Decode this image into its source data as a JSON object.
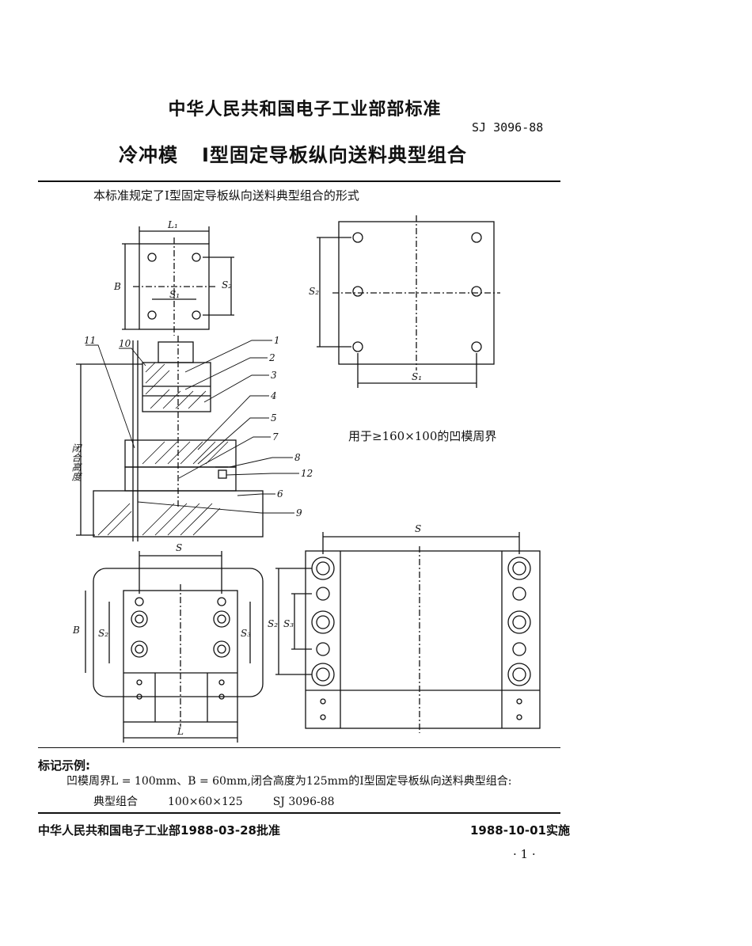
{
  "header": {
    "issuer": "中华人民共和国电子工业部部标准",
    "standard_code": "SJ 3096-88",
    "title_a": "冷冲模",
    "title_b": "Ⅰ型固定导板纵向送料典型组合"
  },
  "scope": "本标准规定了Ⅰ型固定导板纵向送料典型组合的形式",
  "figures": {
    "top_left_labels": {
      "L1": "L₁",
      "B": "B",
      "S1": "S₁",
      "S2": "S₂"
    },
    "top_right_labels": {
      "S1": "S₁",
      "S2": "S₂"
    },
    "top_right_caption": "用于≥160×100的凹模周界",
    "section_side_label": "闭合高度",
    "part_numbers": [
      "1",
      "2",
      "3",
      "4",
      "5",
      "7",
      "8",
      "12",
      "6",
      "9",
      "10",
      "11"
    ],
    "bottom_left_labels": {
      "S": "S",
      "B": "B",
      "S2": "S₂",
      "S3": "S₃",
      "L": "L"
    },
    "bottom_right_labels": {
      "S": "S",
      "S2": "S₂",
      "S3": "S₃"
    }
  },
  "example": {
    "heading": "标记示例:",
    "line1": "凹模周界L = 100mm、B = 60mm,闭合高度为125mm的Ⅰ型固定导板纵向送料典型组合:",
    "line2_a": "典型组合",
    "line2_b": "100×60×125",
    "line2_c": "SJ 3096-88"
  },
  "footer": {
    "left": "中华人民共和国电子工业部1988-03-28批准",
    "right": "1988-10-01实施",
    "page": "· 1 ·"
  }
}
